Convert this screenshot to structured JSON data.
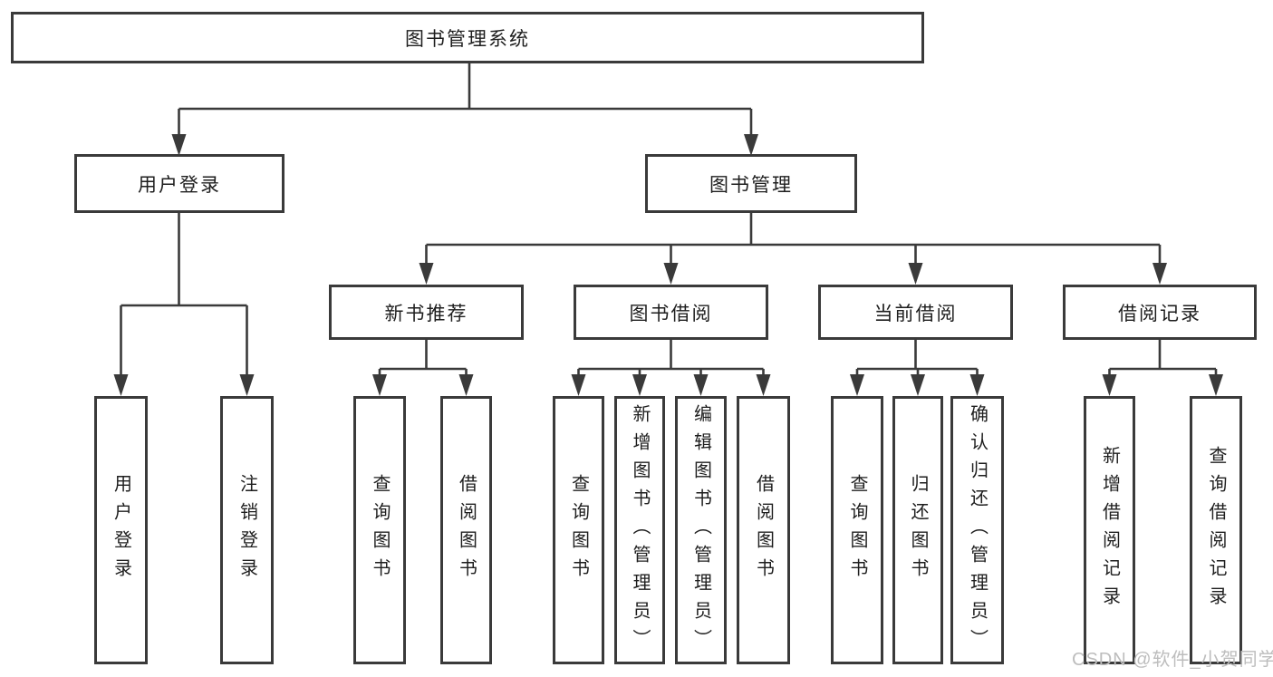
{
  "root": {
    "label": "图书管理系统"
  },
  "branches": {
    "user_login": {
      "label": "用户登录",
      "children": [
        "用户登录",
        "注销登录"
      ]
    },
    "book_mgmt": {
      "label": "图书管理",
      "children": {
        "new_book": {
          "label": "新书推荐",
          "children": [
            "查询图书",
            "借阅图书"
          ]
        },
        "book_borrow": {
          "label": "图书借阅",
          "children": [
            "查询图书",
            "新增图书（管理员）",
            "编辑图书（管理员）",
            "借阅图书"
          ]
        },
        "current_borrow": {
          "label": "当前借阅",
          "children": [
            "查询图书",
            "归还图书",
            "确认归还（管理员）"
          ]
        },
        "borrow_record": {
          "label": "借阅记录",
          "children": [
            "新增借阅记录",
            "查询借阅记录"
          ]
        }
      }
    }
  },
  "watermark": "CSDN @软件_小贺同学",
  "colors": {
    "line": "#3a3a3a",
    "box_border": "#3a3a3a",
    "box_fill": "#ffffff",
    "text": "#1e1e1e",
    "background": "#ffffff",
    "watermark": "#bdbdbd"
  }
}
